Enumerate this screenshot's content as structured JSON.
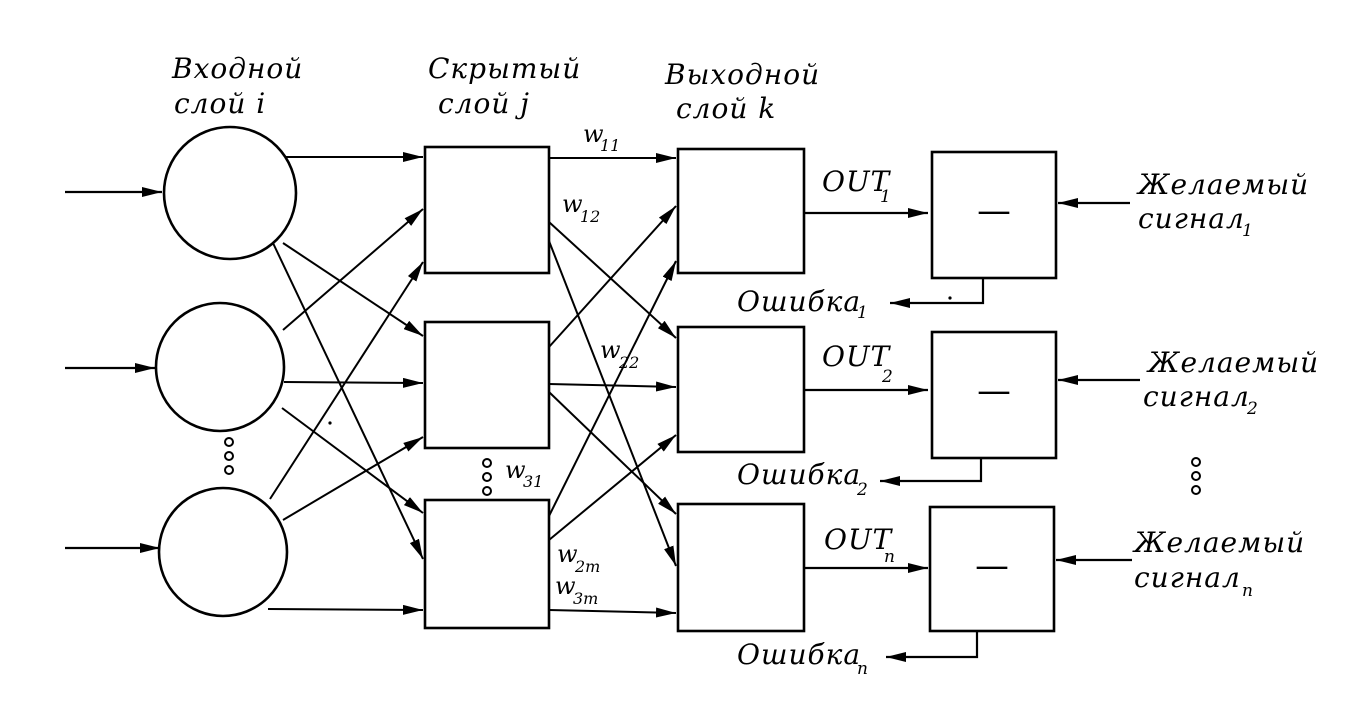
{
  "layers": {
    "input_title": [
      "Входной",
      "слой i"
    ],
    "hidden_title": [
      "Скрытый",
      "слой j"
    ],
    "output_title": [
      "Выходной",
      "слой k"
    ]
  },
  "weights": {
    "w11": {
      "base": "w",
      "sub": "11"
    },
    "w12": {
      "base": "w",
      "sub": "12"
    },
    "w22": {
      "base": "w",
      "sub": "22"
    },
    "w31": {
      "base": "w",
      "sub": "31"
    },
    "w2m": {
      "base": "w",
      "sub": "2m"
    },
    "w3m": {
      "base": "w",
      "sub": "3m"
    }
  },
  "outputs": [
    {
      "out_base": "OUT",
      "out_sub": "1",
      "error_base": "Ошибка",
      "error_sub": "1",
      "desired_line1": "Желаемый",
      "desired_line2": "сигнал",
      "desired_sub": "1",
      "comparator": "—"
    },
    {
      "out_base": "OUT",
      "out_sub": "2",
      "error_base": "Ошибка",
      "error_sub": "2",
      "desired_line1": "Желаемый",
      "desired_line2": "сигнал",
      "desired_sub": "2",
      "comparator": "—"
    },
    {
      "out_base": "OUT",
      "out_sub": "n",
      "error_base": "Ошибка",
      "error_sub": "n",
      "desired_line1": "Желаемый",
      "desired_line2": "сигнал",
      "desired_sub": "n",
      "comparator": "—"
    }
  ]
}
